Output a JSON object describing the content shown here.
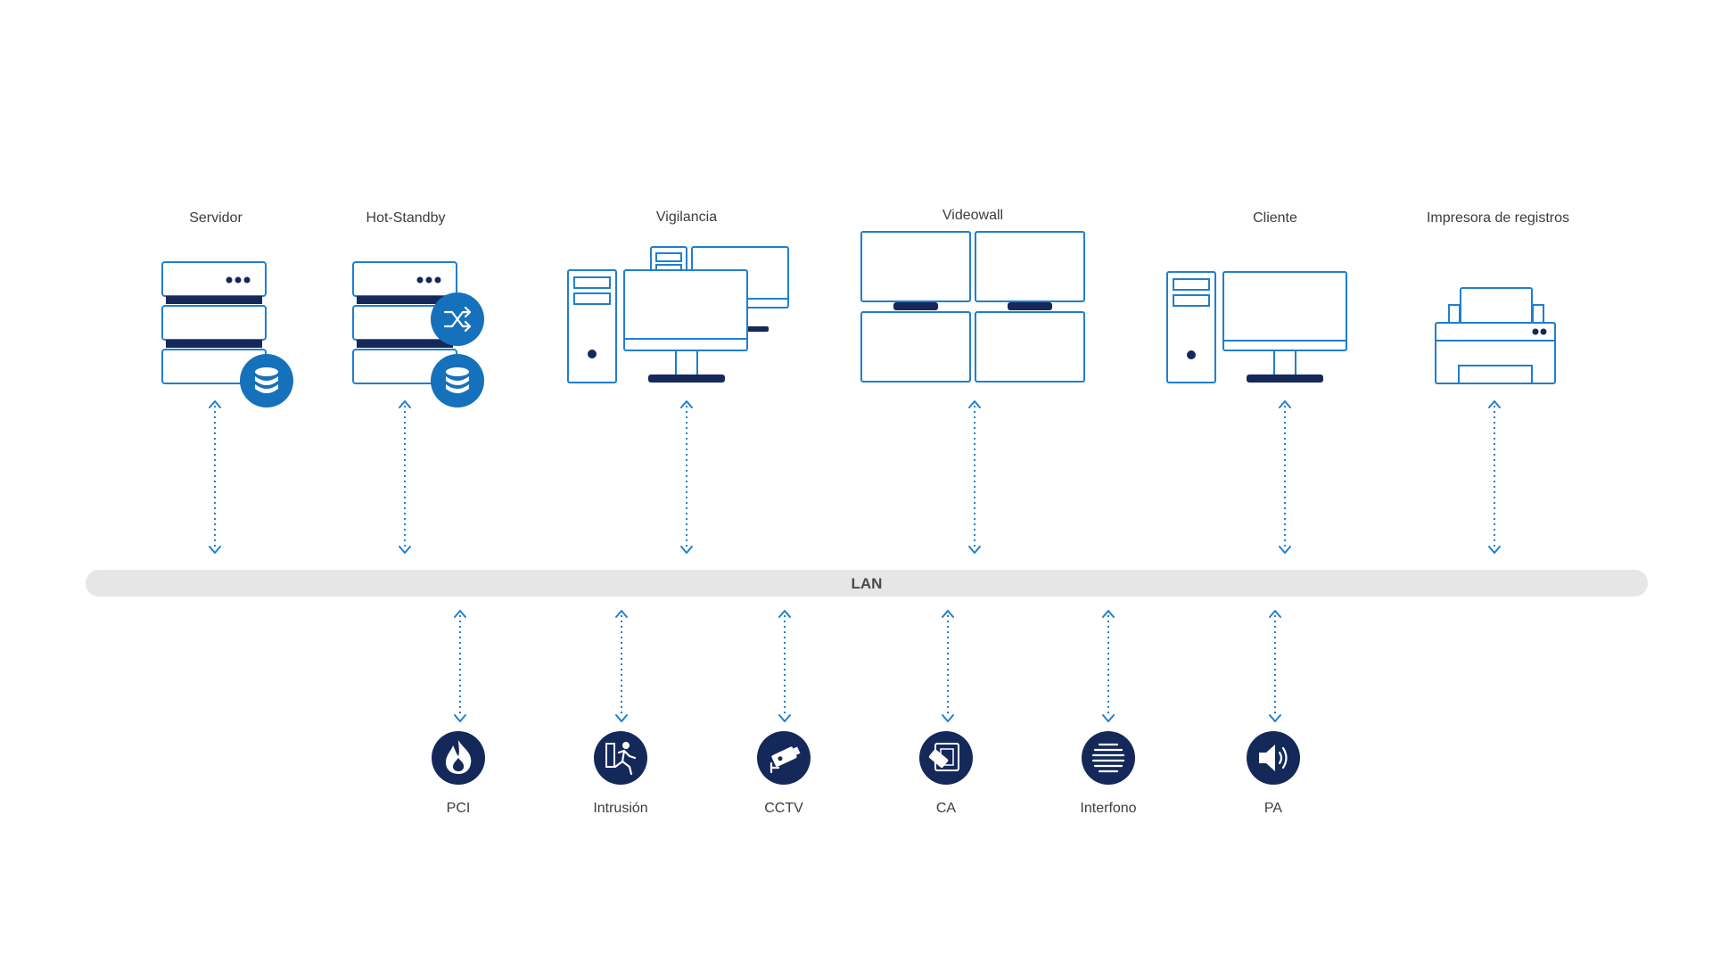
{
  "lan": {
    "label": "LAN"
  },
  "top_devices": {
    "server": {
      "label": "Servidor"
    },
    "hot_standby": {
      "label": "Hot-Standby"
    },
    "surveillance": {
      "label": "Vigilancia"
    },
    "videowall": {
      "label": "Videowall"
    },
    "client": {
      "label": "Cliente"
    },
    "log_printer": {
      "label": "Impresora de registros"
    }
  },
  "subsystems": {
    "pci": {
      "label": "PCI",
      "icon": "fire-icon"
    },
    "intrusion": {
      "label": "Intrusión",
      "icon": "running-person-icon"
    },
    "cctv": {
      "label": "CCTV",
      "icon": "camera-icon"
    },
    "ca": {
      "label": "CA",
      "icon": "card-reader-icon"
    },
    "interfono": {
      "label": "Interfono",
      "icon": "intercom-icon"
    },
    "pa": {
      "label": "PA",
      "icon": "speaker-icon"
    }
  },
  "colors": {
    "outline": "#1f7fd0",
    "navy": "#14295a",
    "badge_blue": "#1671bc",
    "lan_bar": "#e6e6e6"
  }
}
